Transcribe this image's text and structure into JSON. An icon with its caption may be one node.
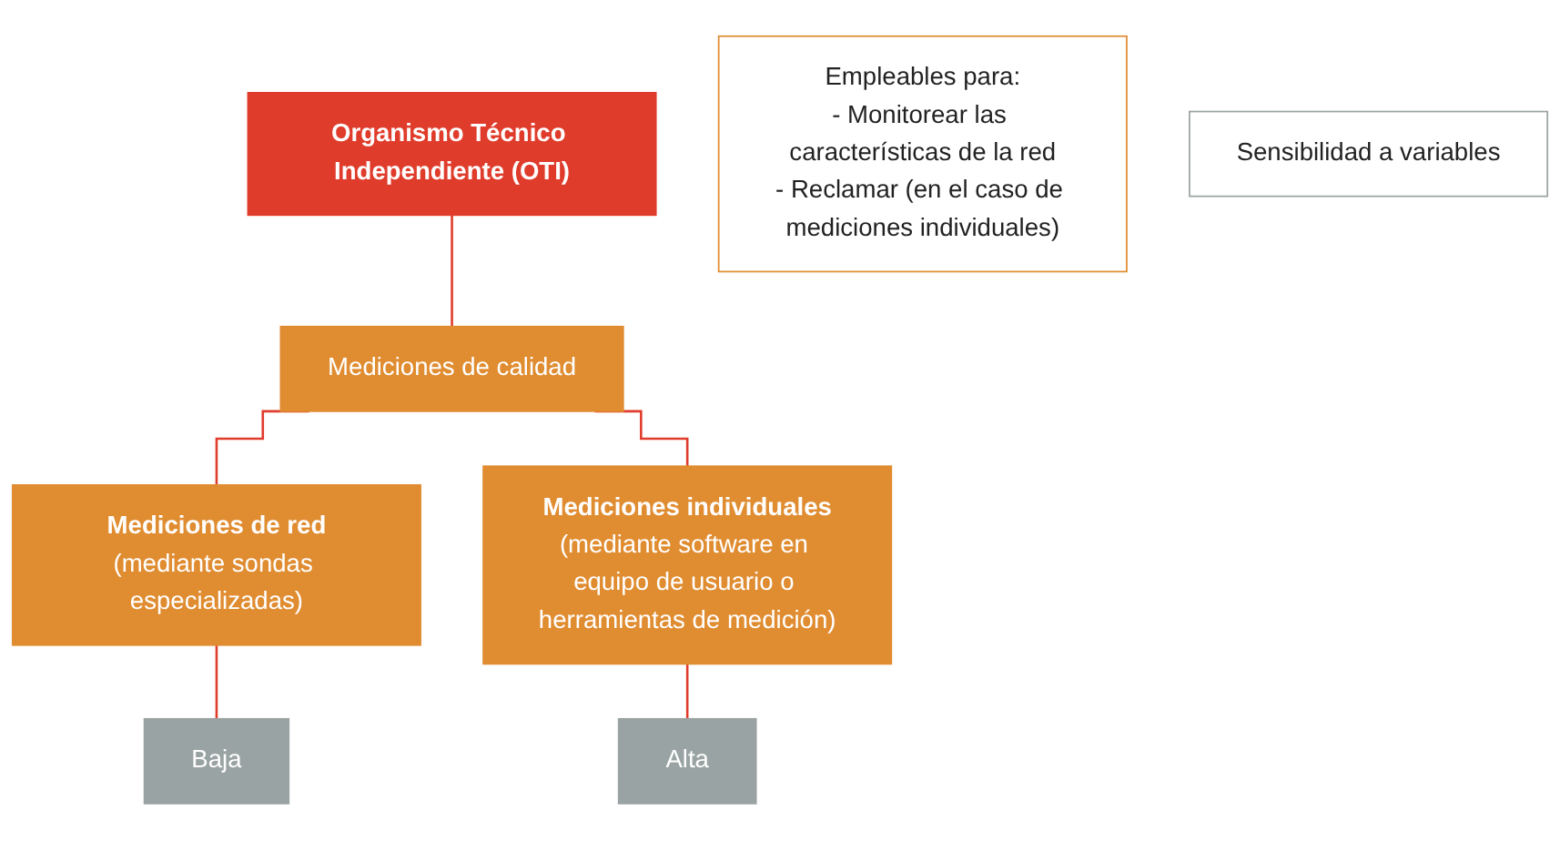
{
  "diagram": {
    "nodes": [
      {
        "text": [
          "Organismo Técnico Independiente (OTI)"
        ]
      },
      {
        "text": [
          "Mediciones de calidad"
        ]
      },
      {
        "text": [
          "Mediciones de red",
          "(mediante sondas especializadas)"
        ]
      },
      {
        "text": [
          "Mediciones individuales",
          "(mediante software en equipo de usuario o herramientas de medición)"
        ]
      },
      {
        "text": [
          "Baja"
        ]
      },
      {
        "text": [
          "Alta"
        ]
      },
      {
        "text": [
          "Empleables para:",
          "- Monitorear las características de la red",
          "- Reclamar (en el caso de mediciones individuales)"
        ]
      },
      {
        "text": [
          "Sensibilidad a variables"
        ]
      }
    ],
    "edges": [
      {
        "from": 0,
        "to": 1,
        "arrow": "none"
      },
      {
        "from": 1,
        "to": 2,
        "arrow": "none"
      },
      {
        "from": 1,
        "to": 3,
        "arrow": "none"
      },
      {
        "from": 2,
        "to": 4,
        "arrow": "none"
      },
      {
        "from": 3,
        "to": 5,
        "arrow": "none"
      }
    ]
  }
}
